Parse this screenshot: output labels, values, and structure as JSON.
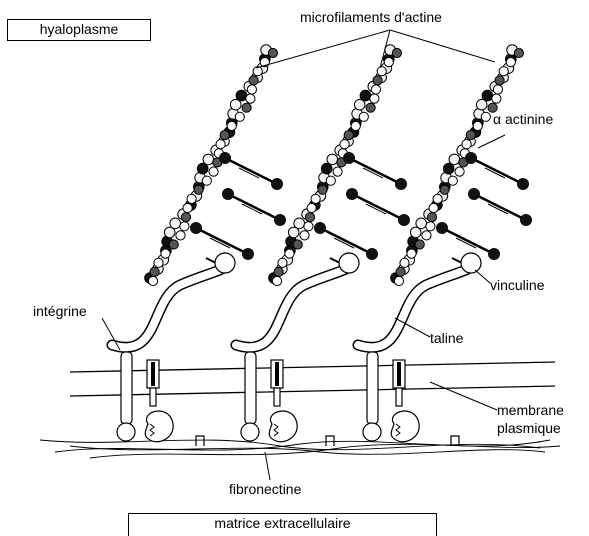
{
  "labels": {
    "hyaloplasme": "hyaloplasme",
    "microfilaments": "microfilaments d'actine",
    "actinine": "α actinine",
    "vinculine": "vinculine",
    "integrine": "intégrine",
    "taline": "taline",
    "membrane_line1": "membrane",
    "membrane_line2": "plasmique",
    "fibronectine": "fibronectine",
    "matrice": "matrice extracellulaire"
  }
}
